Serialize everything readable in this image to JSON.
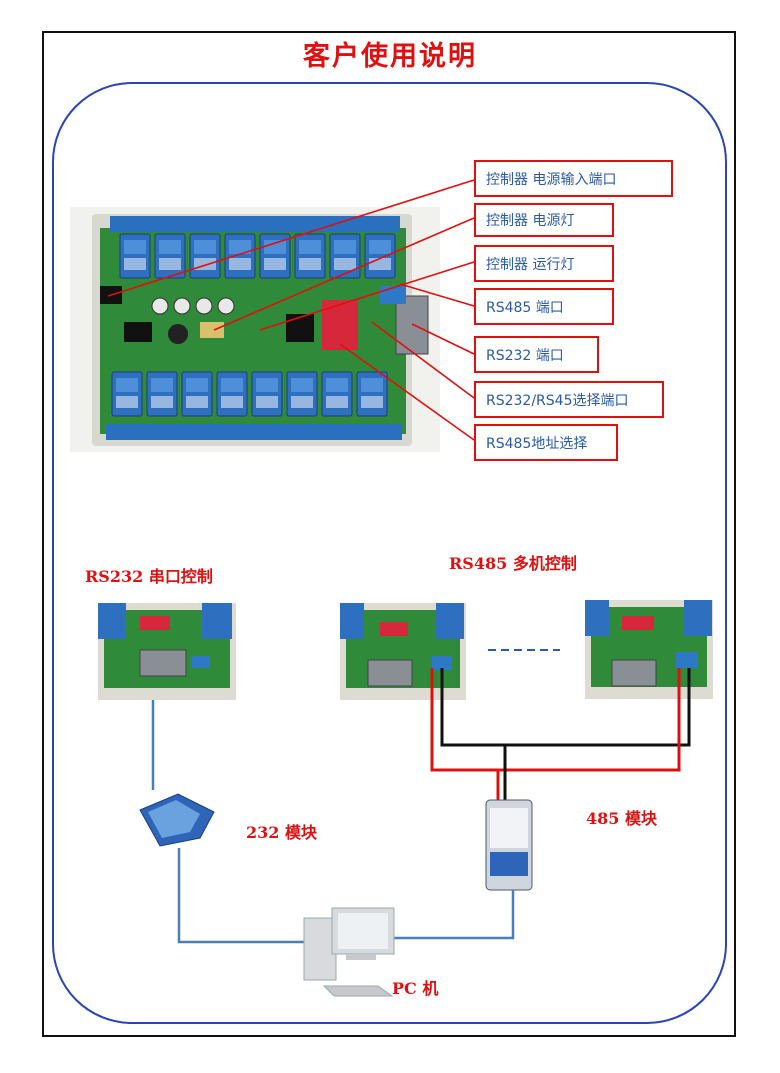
{
  "title": "客户使用说明",
  "callouts": [
    "控制器 电源输入端口",
    "控制器 电源灯",
    "控制器 运行灯",
    "RS485 端口",
    "RS232 端口",
    "RS232/RS45选择端口",
    "RS485地址选择"
  ],
  "sections": {
    "rs232_title": "RS232  串口控制",
    "rs485_title": "RS485  多机控制",
    "module_232": "232  模块",
    "module_485": "485  模块",
    "pc": "PC  机"
  },
  "colors": {
    "callout_border": "#e01010",
    "callout_text": "#2a5aa8",
    "title": "#e01010",
    "frame_round": "#2a44b8",
    "wire_blue": "#4a7fb5",
    "wire_red": "#e01010",
    "wire_black": "#111111"
  }
}
